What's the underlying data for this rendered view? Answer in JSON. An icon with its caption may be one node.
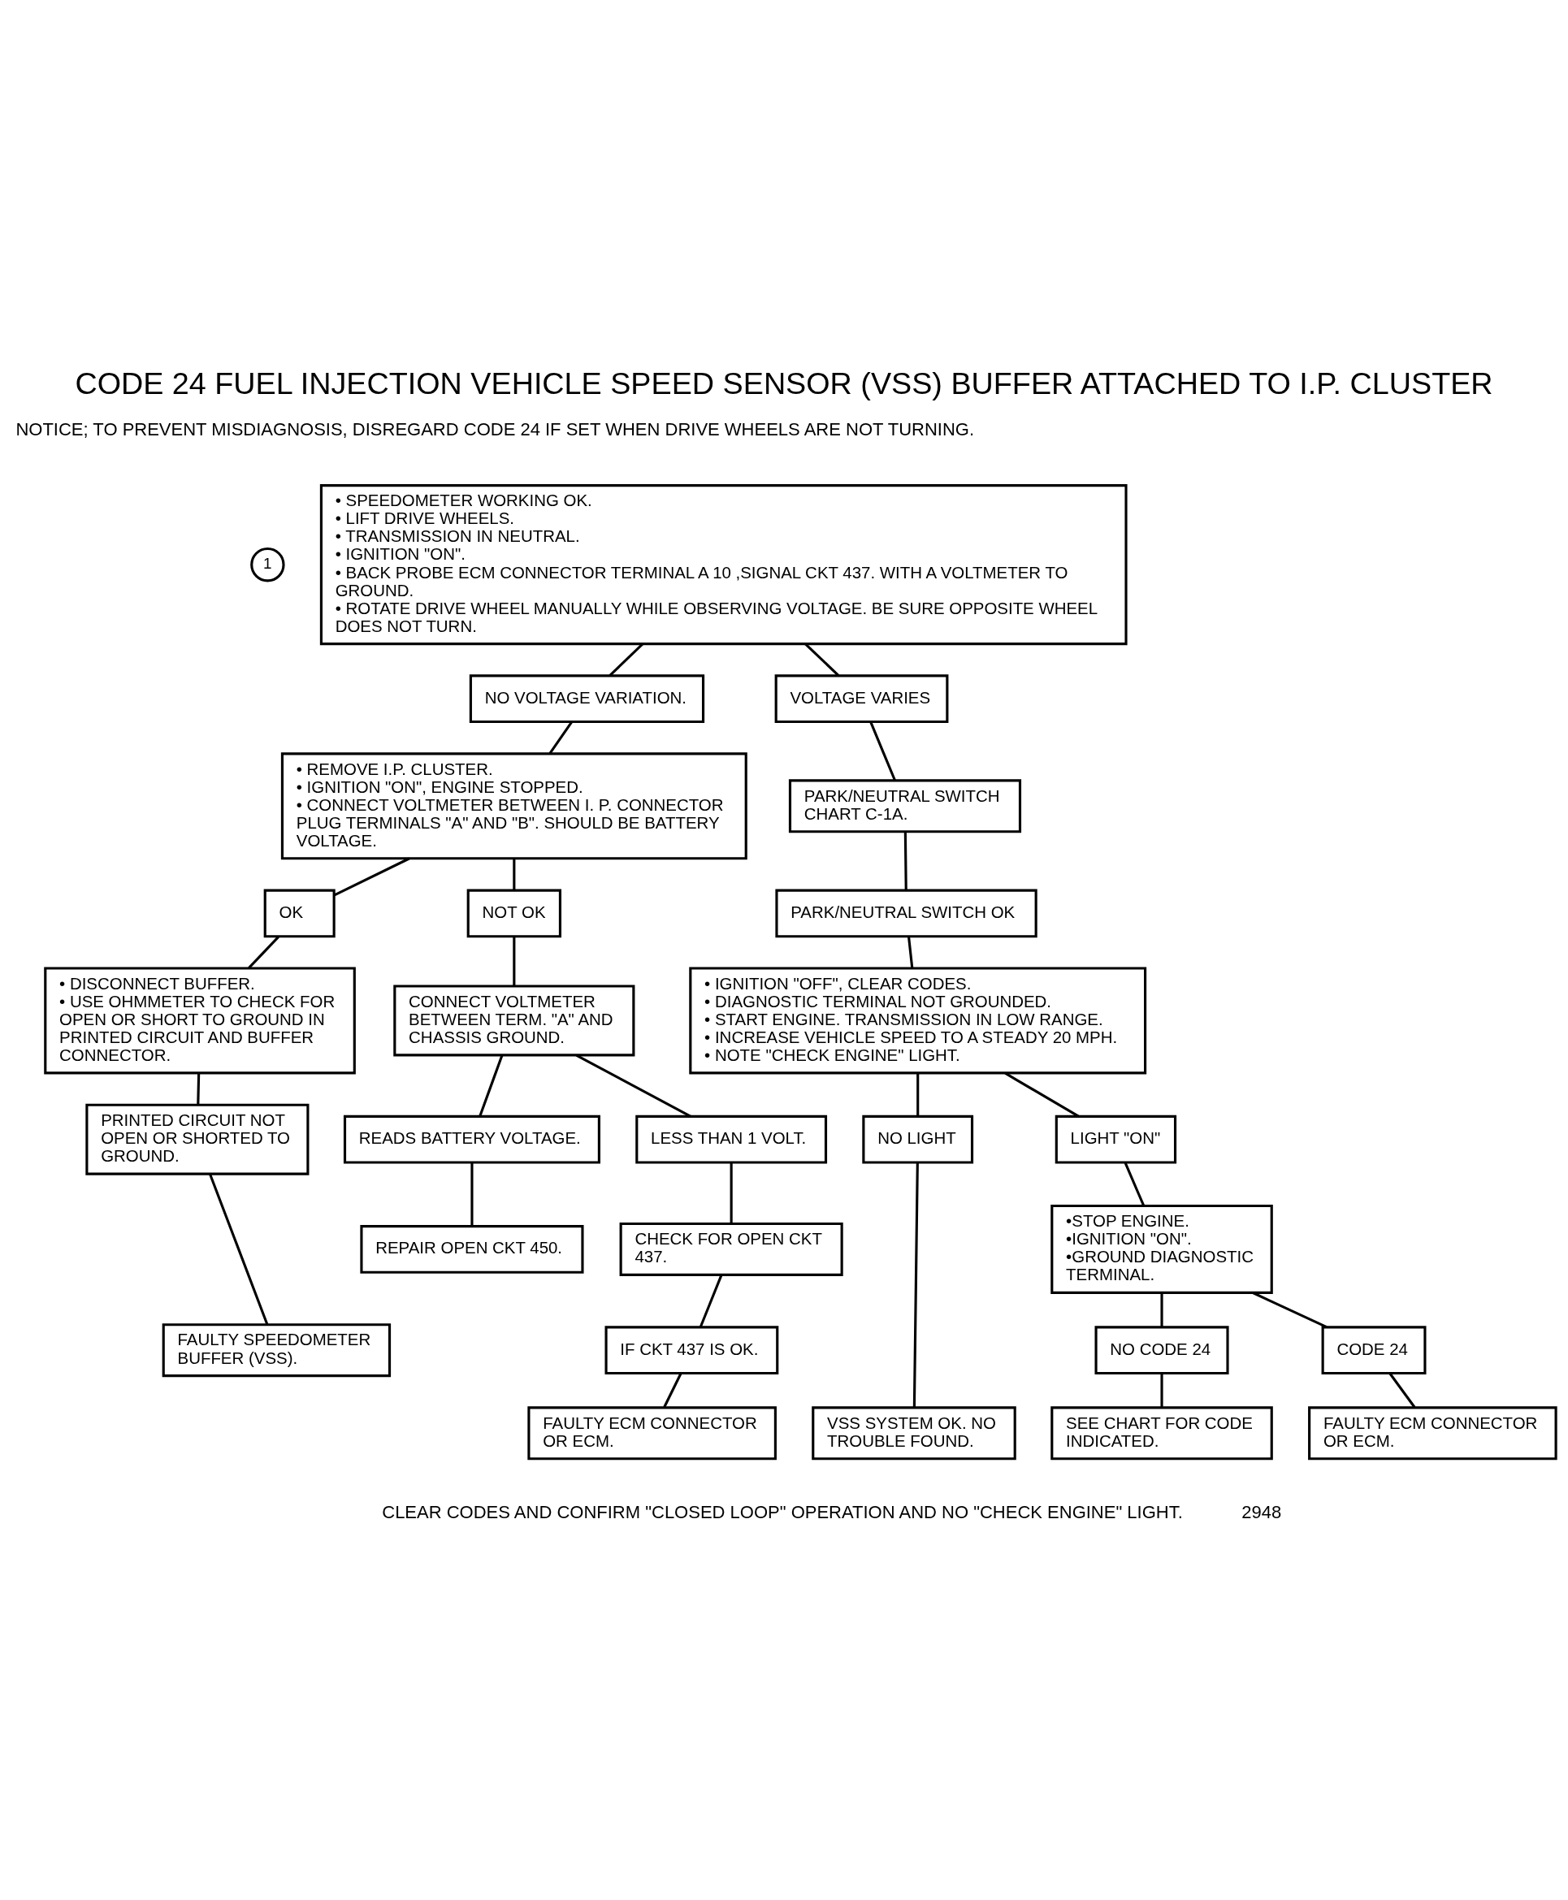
{
  "diagram": {
    "title": "CODE 24 FUEL INJECTION VEHICLE SPEED SENSOR (VSS) BUFFER ATTACHED TO I.P. CLUSTER",
    "nodes": [
      {
        "text": [
          "• SPEEDOMETER WORKING OK.",
          "• LIFT DRIVE WHEELS.",
          "• TRANSMISSION IN NEUTRAL.",
          "• IGNITION \"ON\".",
          "• BACK PROBE ECM CONNECTOR TERMINAL A 10 ,SIGNAL CKT 437. WITH A VOLTMETER TO GROUND.",
          "• ROTATE DRIVE WHEEL MANUALLY WHILE OBSERVING VOLTAGE. BE SURE OPPOSITE WHEEL DOES NOT TURN."
        ],
        "beside": [
          "1"
        ]
      },
      {
        "text": [
          "NO VOLTAGE VARIATION."
        ]
      },
      {
        "text": [
          "VOLTAGE VARIES"
        ]
      },
      {
        "text": [
          "• REMOVE I.P. CLUSTER.",
          "• IGNITION \"ON\", ENGINE STOPPED.",
          "• CONNECT VOLTMETER BETWEEN I. P. CONNECTOR PLUG TERMINALS \"A\" AND \"B\". SHOULD BE BATTERY VOLTAGE."
        ]
      },
      {
        "text": [
          "PARK/NEUTRAL SWITCH CHART C-1A."
        ]
      },
      {
        "text": [
          "PARK/NEUTRAL SWITCH OK"
        ]
      },
      {
        "text": [
          "OK"
        ]
      },
      {
        "text": [
          "NOT OK"
        ]
      },
      {
        "text": [
          "• IGNITION \"OFF\", CLEAR CODES.",
          "• DIAGNOSTIC TERMINAL NOT GROUNDED.",
          "• START ENGINE. TRANSMISSION IN LOW RANGE.",
          "• INCREASE VEHICLE SPEED TO A STEADY 20 MPH.",
          "• NOTE \"CHECK ENGINE\" LIGHT."
        ]
      },
      {
        "text": [
          "• DISCONNECT BUFFER.",
          "• USE OHMMETER TO CHECK FOR OPEN OR SHORT TO GROUND IN PRINTED CIRCUIT AND BUFFER CONNECTOR."
        ]
      },
      {
        "text": [
          "CONNECT VOLTMETER BETWEEN TERM. \"A\" AND CHASSIS GROUND."
        ]
      },
      {
        "text": [
          "NO LIGHT"
        ]
      },
      {
        "text": [
          "LIGHT \"ON\""
        ]
      },
      {
        "text": [
          "READS BATTERY VOLTAGE."
        ]
      },
      {
        "text": [
          "LESS THAN 1 VOLT."
        ]
      },
      {
        "text": [
          "PRINTED CIRCUIT NOT OPEN OR SHORTED TO GROUND."
        ]
      },
      {
        "text": [
          "VSS SYSTEM OK. NO TROUBLE FOUND."
        ]
      },
      {
        "text": [
          "•STOP ENGINE.",
          "•IGNITION \"ON\".",
          "•GROUND DIAGNOSTIC TERMINAL."
        ]
      },
      {
        "text": [
          "REPAIR OPEN CKT 450."
        ]
      },
      {
        "text": [
          "CHECK FOR OPEN CKT 437."
        ]
      },
      {
        "text": [
          "FAULTY SPEEDOMETER BUFFER (VSS)."
        ]
      },
      {
        "text": [
          "NO CODE 24"
        ]
      },
      {
        "text": [
          "CODE 24"
        ]
      },
      {
        "text": [
          "IF CKT 437 IS OK."
        ]
      },
      {
        "text": [
          "FAULTY ECM CONNECTOR OR ECM."
        ]
      },
      {
        "text": [
          "SEE CHART FOR CODE INDICATED."
        ]
      },
      {
        "text": [
          "FAULTY ECM CONNECTOR OR ECM."
        ]
      }
    ],
    "edges": [
      {
        "from": 0,
        "to": 1,
        "arrow": "none"
      },
      {
        "from": 0,
        "to": 2,
        "arrow": "none"
      },
      {
        "from": 1,
        "to": 3,
        "arrow": "none"
      },
      {
        "from": 3,
        "to": 6,
        "arrow": "none"
      },
      {
        "from": 3,
        "to": 7,
        "arrow": "none"
      },
      {
        "from": 6,
        "to": 9,
        "arrow": "none"
      },
      {
        "from": 9,
        "to": 15,
        "arrow": "none"
      },
      {
        "from": 15,
        "to": 20,
        "arrow": "none"
      },
      {
        "from": 7,
        "to": 10,
        "arrow": "none"
      },
      {
        "from": 10,
        "to": 13,
        "arrow": "none"
      },
      {
        "from": 10,
        "to": 14,
        "arrow": "none"
      },
      {
        "from": 13,
        "to": 18,
        "arrow": "none"
      },
      {
        "from": 14,
        "to": 19,
        "arrow": "none"
      },
      {
        "from": 19,
        "to": 23,
        "arrow": "none"
      },
      {
        "from": 23,
        "to": 24,
        "arrow": "none"
      },
      {
        "from": 2,
        "to": 4,
        "arrow": "none"
      },
      {
        "from": 4,
        "to": 5,
        "arrow": "none"
      },
      {
        "from": 5,
        "to": 8,
        "arrow": "none"
      },
      {
        "from": 8,
        "to": 11,
        "arrow": "none"
      },
      {
        "from": 8,
        "to": 12,
        "arrow": "none"
      },
      {
        "from": 11,
        "to": 16,
        "arrow": "none"
      },
      {
        "from": 12,
        "to": 17,
        "arrow": "none"
      },
      {
        "from": 17,
        "to": 21,
        "arrow": "none"
      },
      {
        "from": 17,
        "to": 22,
        "arrow": "none"
      },
      {
        "from": 21,
        "to": 25,
        "arrow": "none"
      },
      {
        "from": 22,
        "to": 26,
        "arrow": "none"
      }
    ],
    "labels": [
      "NOTICE; TO PREVENT MISDIAGNOSIS, DISREGARD CODE 24 IF SET WHEN DRIVE WHEELS ARE NOT TURNING.",
      "CLEAR CODES AND CONFIRM \"CLOSED LOOP\" OPERATION AND NO \"CHECK ENGINE\" LIGHT.",
      "2948"
    ]
  }
}
